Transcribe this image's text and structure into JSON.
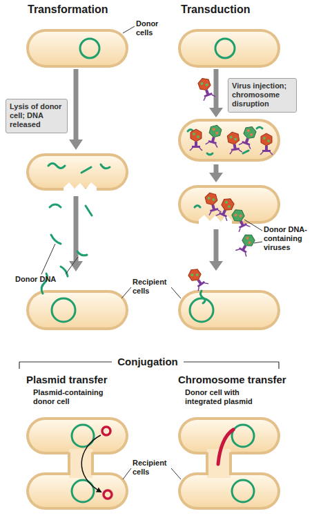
{
  "diagram": {
    "nodes": [
      {
        "text": [
          "Lysis of donor cell; DNA released"
        ]
      },
      {
        "text": [
          "Virus injection; chromosome disruption"
        ]
      }
    ],
    "labels": [
      "Transformation",
      "Transduction",
      "Donor cells",
      "Donor DNA",
      "Donor DNA-containing viruses",
      "Recipient cells",
      "Conjugation",
      "Plasmid transfer",
      "Chromosome transfer",
      "Plasmid-containing donor cell",
      "Donor cell with integrated plasmid",
      "Recipient cells"
    ]
  }
}
